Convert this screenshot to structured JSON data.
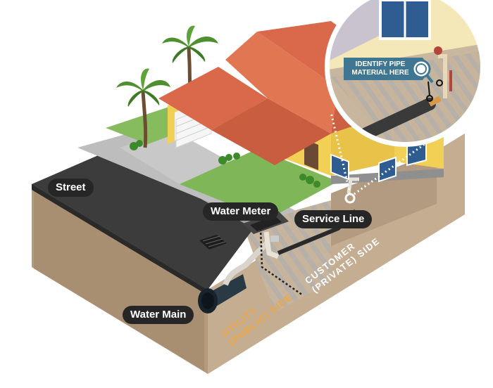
{
  "labels": {
    "street": "Street",
    "water_meter": "Water Meter",
    "service_line": "Service Line",
    "water_main": "Water Main"
  },
  "zones": {
    "utility_line1": "UTILITY",
    "utility_line2": "(PUBLIC) SIDE",
    "customer_line1": "CUSTOMER",
    "customer_line2": "(PRIVATE) SIDE"
  },
  "callout": {
    "line1": "IDENTIFY PIPE",
    "line2": "MATERIAL HERE"
  },
  "colors": {
    "roof": "#d9694a",
    "wall": "#f2cf55",
    "lawn": "#7fb657",
    "street": "#3b3b3b",
    "soil": "#b59b7e",
    "label_bg": "#262626",
    "utility_text": "#f0a640",
    "customer_text": "#ffffff",
    "callout_bg": "#3f7793"
  }
}
